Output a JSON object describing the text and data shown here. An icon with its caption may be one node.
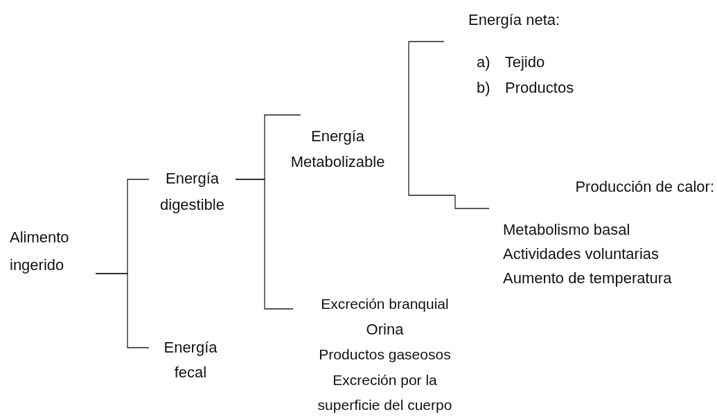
{
  "diagram": {
    "nodes": [
      {
        "text": [
          "Alimento ingerido"
        ]
      },
      {
        "text": [
          "Energía digestible"
        ]
      },
      {
        "text": [
          "Energía fecal"
        ]
      },
      {
        "text": [
          "Energía Metabolizable"
        ]
      },
      {
        "text": [
          "Energía neta:",
          "a) Tejido",
          "b) Productos"
        ]
      },
      {
        "text": [
          "Producción de calor:",
          "Metabolismo basal",
          "Actividades voluntarias",
          "Aumento de temperatura"
        ]
      },
      {
        "text": [
          "Excreción branquial",
          "Orina",
          "Productos gaseosos",
          "Excreción por la superficie del cuerpo"
        ]
      }
    ],
    "edges": [
      {
        "from": 0,
        "to": 1,
        "arrow": "none"
      },
      {
        "from": 0,
        "to": 2,
        "arrow": "none"
      },
      {
        "from": 1,
        "to": 3,
        "arrow": "none"
      },
      {
        "from": 1,
        "to": 6,
        "arrow": "none"
      },
      {
        "from": 3,
        "to": 4,
        "arrow": "none"
      },
      {
        "from": 3,
        "to": 5,
        "arrow": "none"
      }
    ]
  }
}
